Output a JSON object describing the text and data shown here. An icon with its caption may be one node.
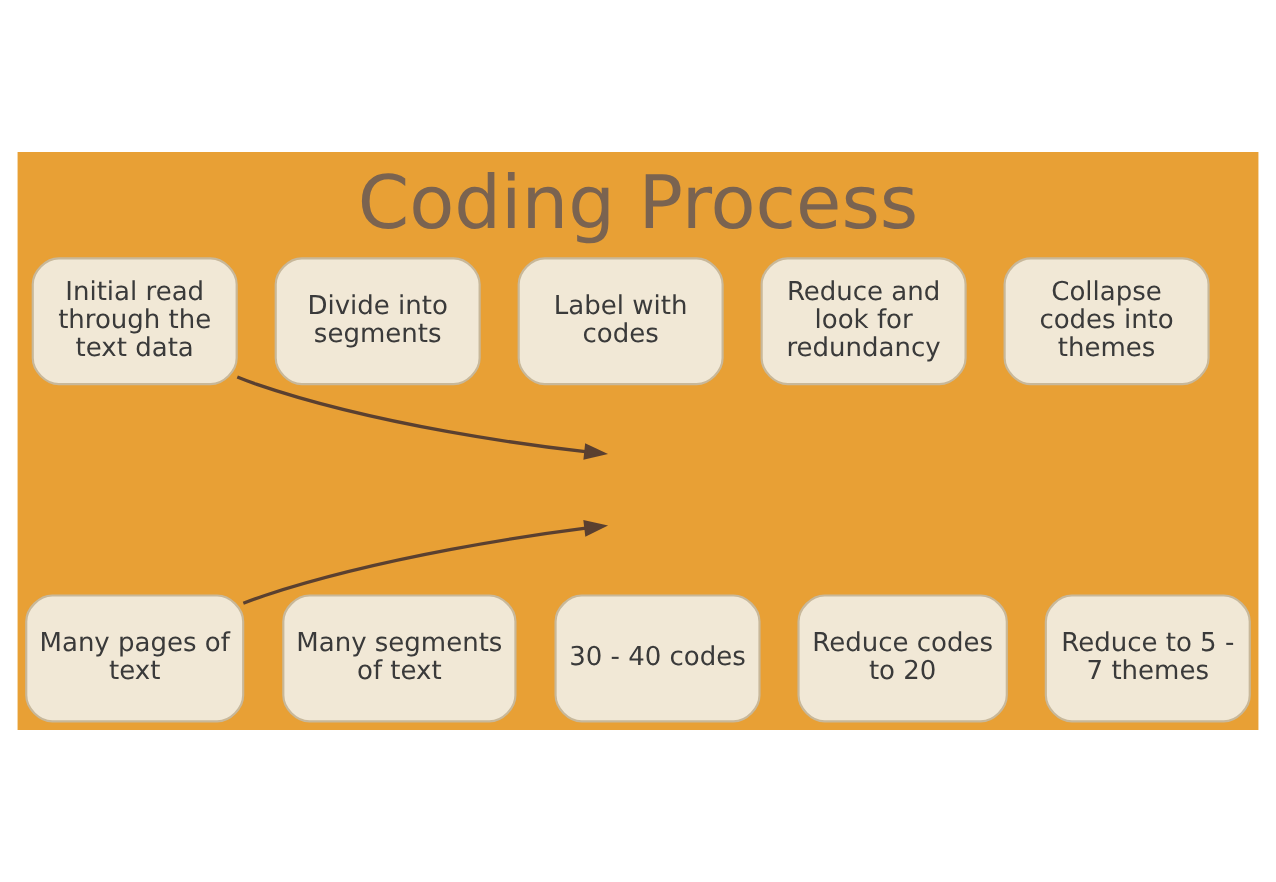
{
  "diagram": {
    "title": "Coding Process",
    "nodes": [
      {
        "text": [
          "Initial read through the text data"
        ]
      },
      {
        "text": [
          "Divide into segments"
        ]
      },
      {
        "text": [
          "Label with codes"
        ]
      },
      {
        "text": [
          "Reduce and look for redundancy"
        ]
      },
      {
        "text": [
          "Collapse codes into themes"
        ]
      },
      {
        "text": [
          "Many pages of text"
        ]
      },
      {
        "text": [
          "Many segments of text"
        ]
      },
      {
        "text": [
          "30 - 40 codes"
        ]
      },
      {
        "text": [
          "Reduce codes to 20"
        ]
      },
      {
        "text": [
          "Reduce to 5 - 7 themes"
        ]
      }
    ],
    "edges": [
      {
        "from": 0,
        "to": null,
        "arrow": "to"
      },
      {
        "from": 5,
        "to": null,
        "arrow": "to"
      }
    ]
  }
}
